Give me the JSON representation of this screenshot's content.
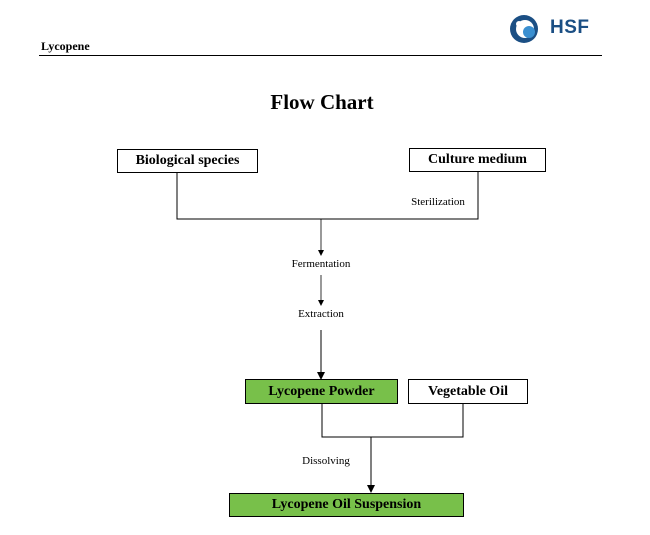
{
  "header": {
    "title": "Lycopene",
    "logo_text": "HSF",
    "logo_color": "#1b4f84"
  },
  "diagram": {
    "title": "Flow Chart",
    "nodes": {
      "biological_species": "Biological species",
      "culture_medium": "Culture medium",
      "lycopene_powder": "Lycopene Powder",
      "vegetable_oil": "Vegetable Oil",
      "lycopene_oil_suspension": "Lycopene Oil Suspension"
    },
    "steps": {
      "sterilization": "Sterilization",
      "fermentation": "Fermentation",
      "extraction": "Extraction",
      "dissolving": "Dissolving"
    },
    "highlight_color": "#78c04a"
  }
}
